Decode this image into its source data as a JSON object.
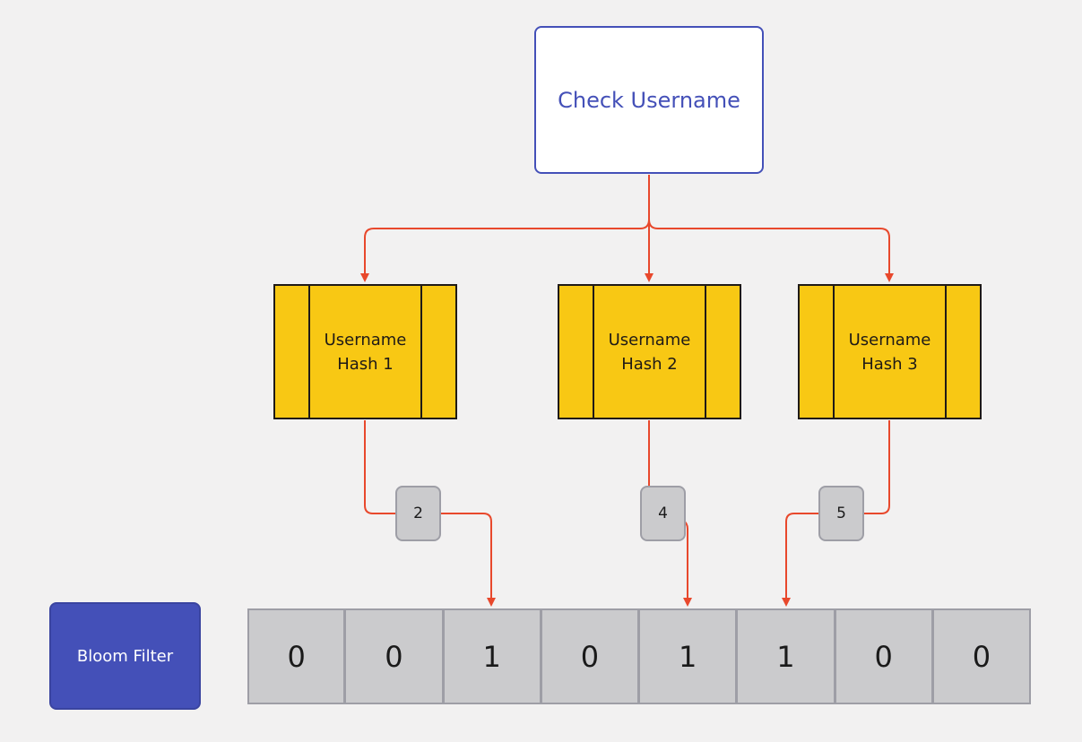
{
  "check_box": {
    "label": "Check Username"
  },
  "hashes": [
    {
      "label": "Username\nHash 1"
    },
    {
      "label": "Username\nHash 2"
    },
    {
      "label": "Username\nHash 3"
    }
  ],
  "indices": [
    "2",
    "4",
    "5"
  ],
  "bloom_filter": {
    "label": "Bloom Filter",
    "bits": [
      "0",
      "0",
      "1",
      "0",
      "1",
      "1",
      "0",
      "0"
    ]
  },
  "colors": {
    "arrow": "#e8482c",
    "accent": "#4450b8",
    "hash_fill": "#f8c814",
    "bit_fill": "#cbcbcd"
  }
}
